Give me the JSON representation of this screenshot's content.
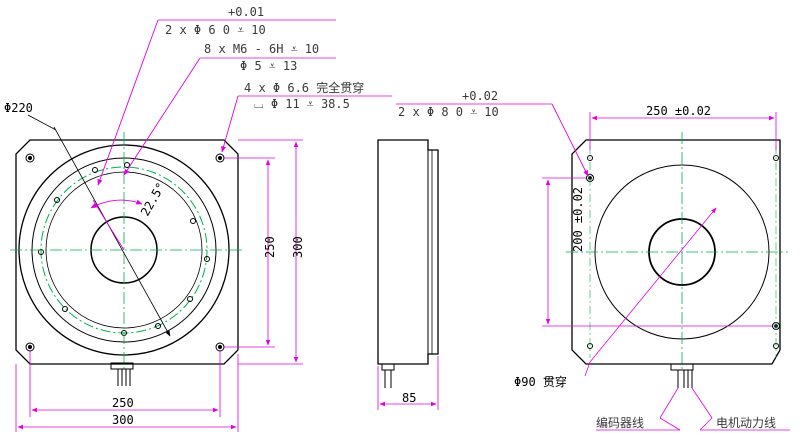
{
  "colors": {
    "outline": "#000000",
    "dimension": "#e000e0",
    "centerline": "#00b050",
    "note_text": "#3a3a3a",
    "dim_text": "#000000"
  },
  "front_view": {
    "note_slots": {
      "tol": "+0.01",
      "spec": "2 x Φ 6  0    ⩡ 10",
      "thread": "8 x  M6 - 6H ⩡ 10",
      "drill": "Φ 5 ⩡ 13"
    },
    "note_holes": {
      "line1": "4 x Φ 6.6 完全贯穿",
      "line2": "⌴ Φ 11 ⩡ 38.5"
    },
    "diameter_label": "Φ220",
    "angle_label": "22.5°",
    "width_inner": "250",
    "width_outer": "300",
    "height_inner": "250",
    "height_outer": "300"
  },
  "side_view": {
    "thickness": "85"
  },
  "rear_view": {
    "note_slots": {
      "tol": "+0.02",
      "spec": "2 x Φ 8  0    ⩡ 10"
    },
    "width_label": "250 ±0.02",
    "height_label": "200 ±0.02",
    "bore_label": "Φ90 贯穿",
    "encoder_label": "编码器线",
    "motor_label": "电机动力线"
  }
}
